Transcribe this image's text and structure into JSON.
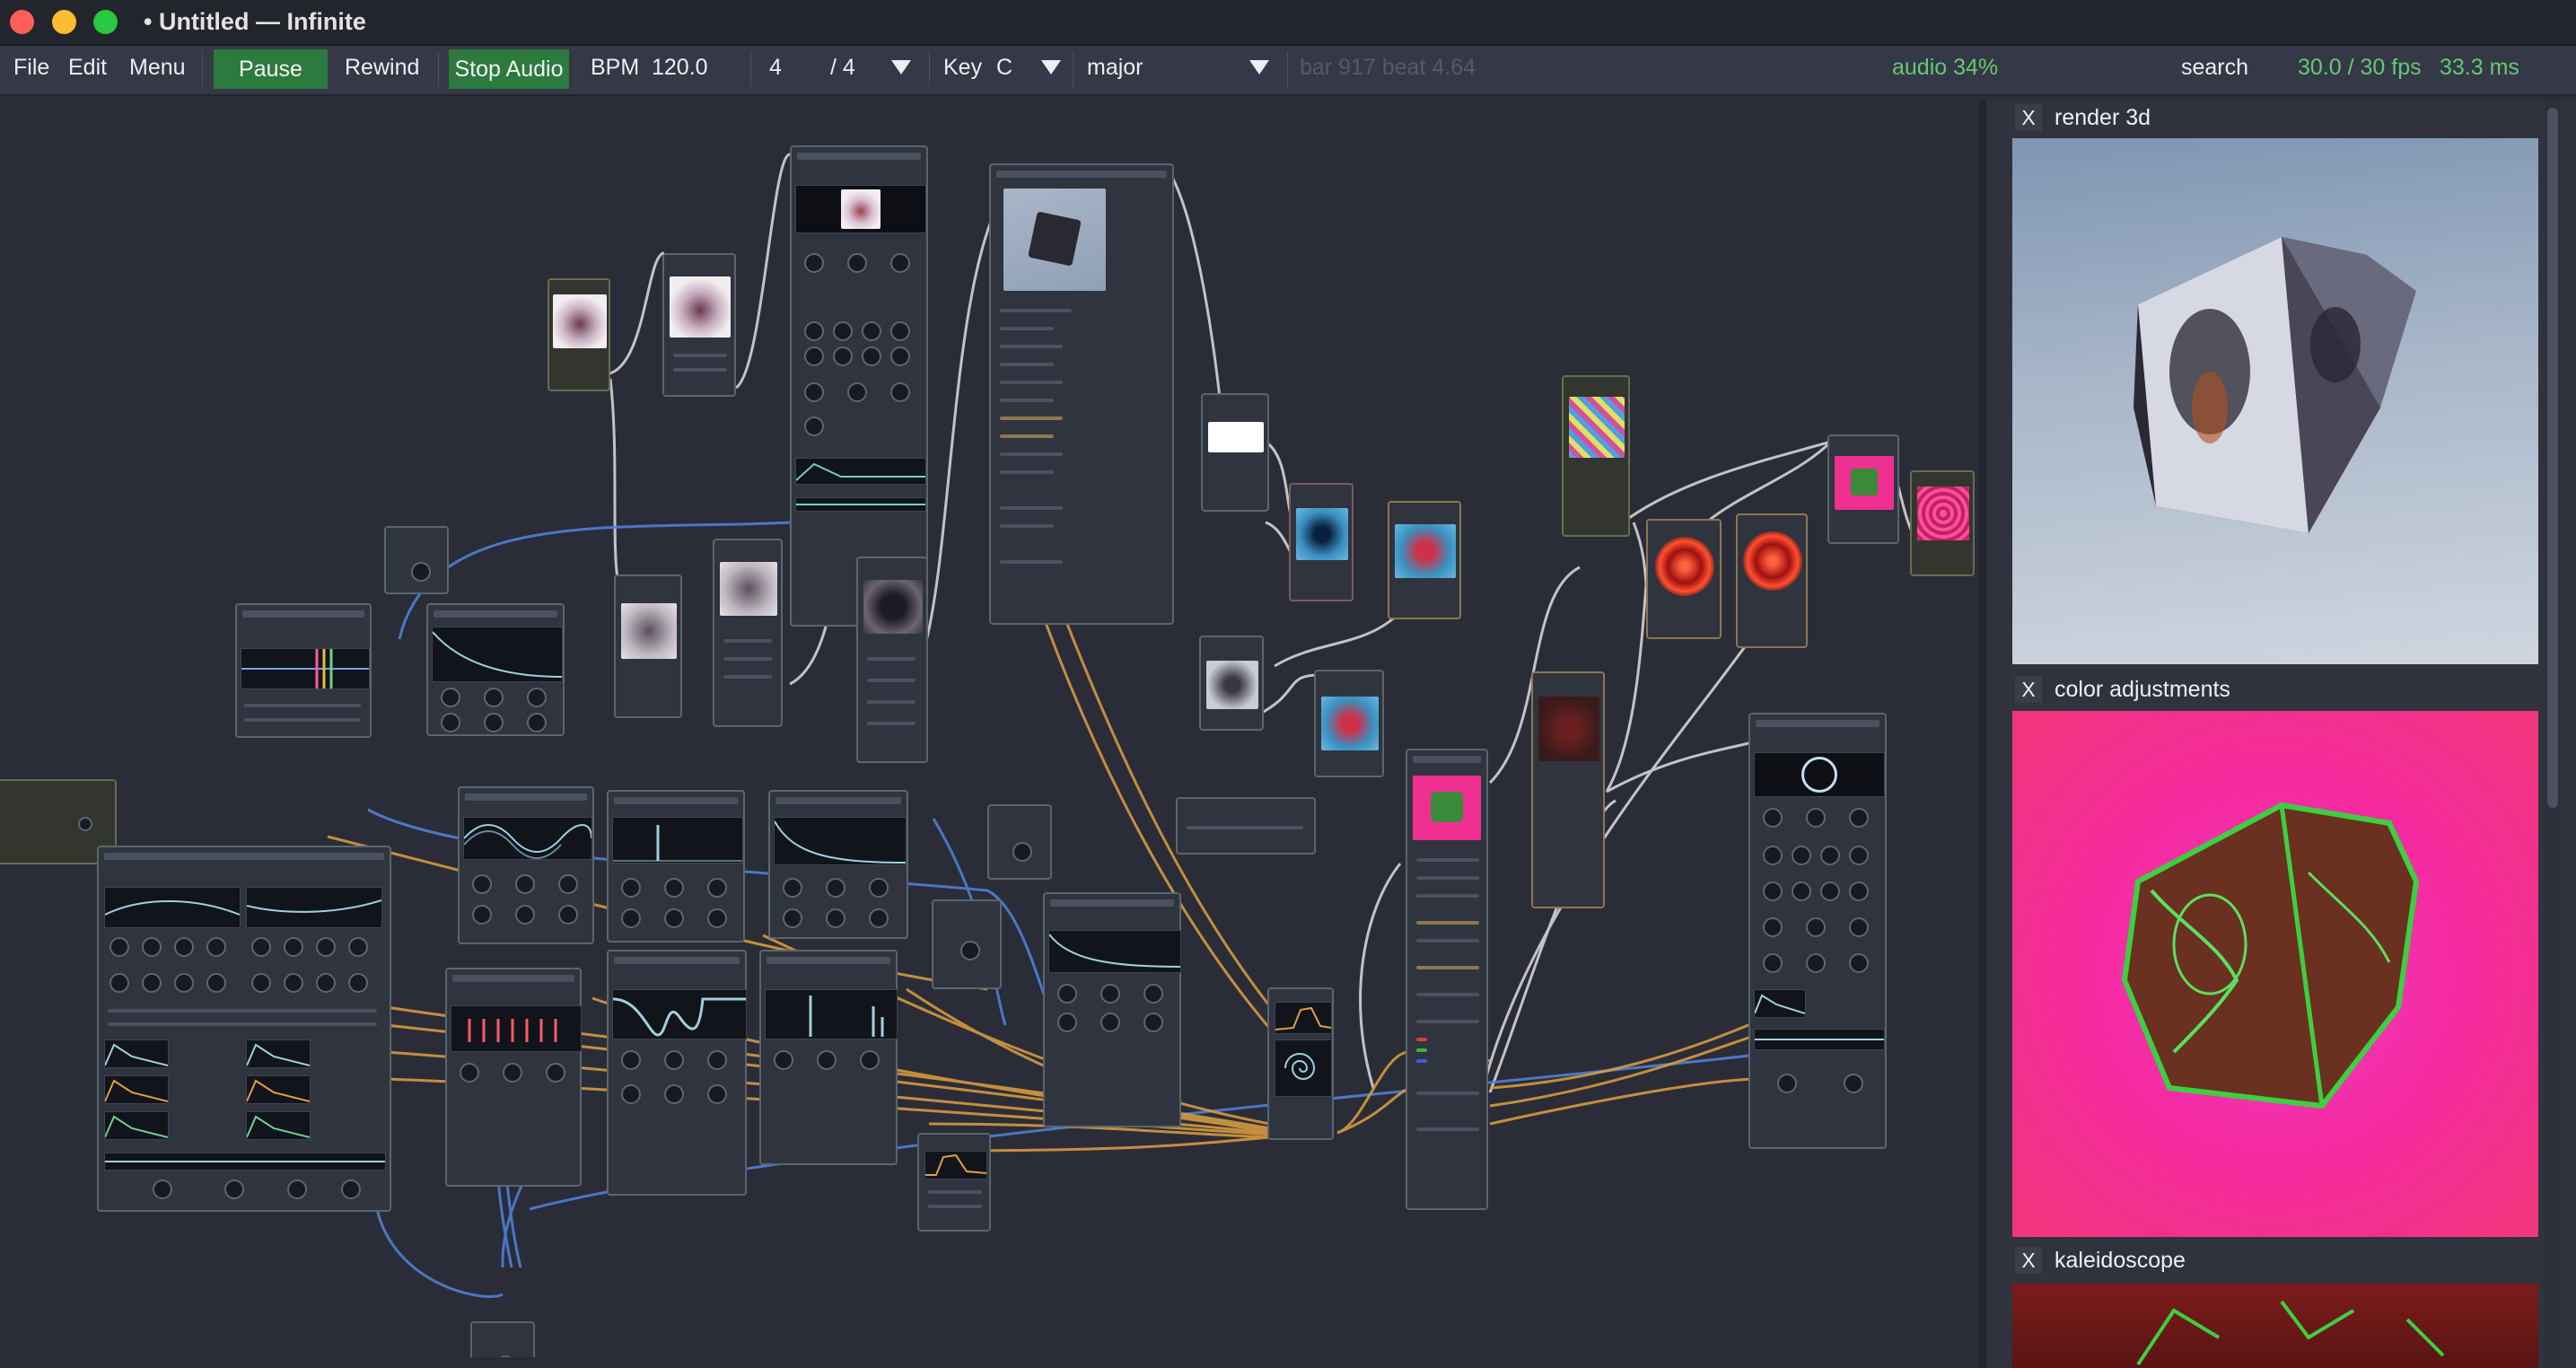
{
  "window": {
    "title": "• Untitled — Infinite"
  },
  "toolbar": {
    "file": "File",
    "edit": "Edit",
    "menu": "Menu",
    "pause": "Pause",
    "rewind": "Rewind",
    "stop_audio": "Stop Audio",
    "bpm_label": "BPM",
    "bpm_value": "120.0",
    "time_sig_num": "4",
    "time_sig_den": "/ 4",
    "key_label": "Key",
    "key_value": "C",
    "scale_value": "major",
    "position": "bar 917  beat 4.64",
    "audio_load": "audio 34%",
    "search": "search",
    "fps": "30.0 / 30 fps",
    "frame_time": "33.3 ms"
  },
  "panels": [
    {
      "close": "X",
      "title": "render 3d"
    },
    {
      "close": "X",
      "title": "color adjustments"
    },
    {
      "close": "X",
      "title": "kaleidoscope"
    }
  ],
  "colors": {
    "accent_green": "#2c7a3e",
    "status_green": "#64c977",
    "wire_white": "#d8d8d8",
    "wire_blue": "#4f7fd6",
    "wire_orange": "#e0a040",
    "node_border": "#59666d"
  },
  "icons": {
    "close": "close-icon",
    "dropdown": "triangle-down-icon"
  }
}
